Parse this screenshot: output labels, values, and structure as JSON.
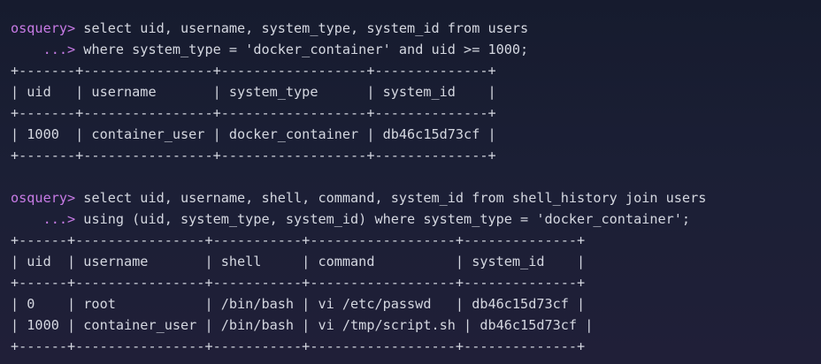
{
  "terminal": {
    "prompt_primary": "osquery>",
    "prompt_continuation": "    ...>",
    "query1": {
      "line1": " select uid, username, system_type, system_id from users",
      "line2": " where system_type = 'docker_container' and uid >= 1000;",
      "border": "+-------+----------------+------------------+--------------+",
      "header": "| uid   | username       | system_type      | system_id    |",
      "rows": [
        "| 1000  | container_user | docker_container | db46c15d73cf |"
      ]
    },
    "query2": {
      "line1": " select uid, username, shell, command, system_id from shell_history join users",
      "line2": " using (uid, system_type, system_id) where system_type = 'docker_container';",
      "border": "+------+----------------+-----------+------------------+--------------+",
      "header": "| uid  | username       | shell     | command          | system_id    |",
      "rows": [
        "| 0    | root           | /bin/bash | vi /etc/passwd   | db46c15d73cf |",
        "| 1000 | container_user | /bin/bash | vi /tmp/script.sh | db46c15d73cf |"
      ]
    }
  }
}
